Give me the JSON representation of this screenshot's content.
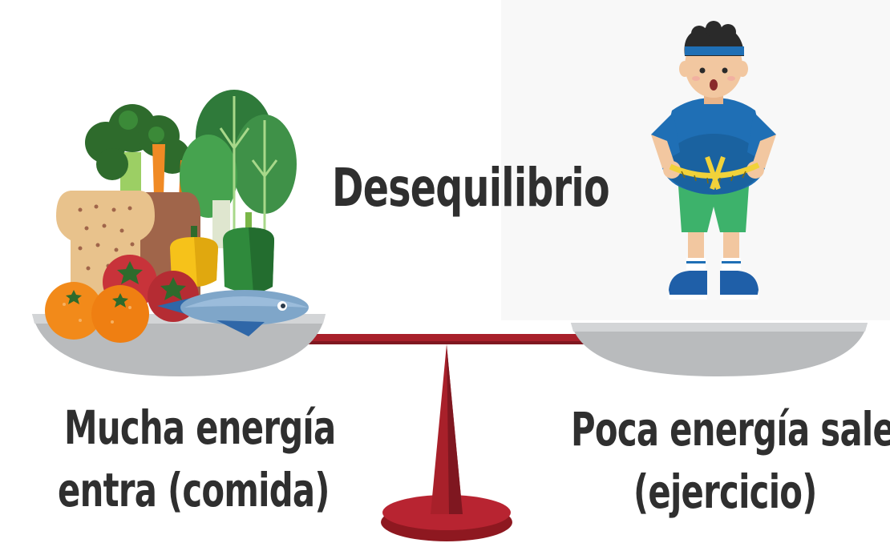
{
  "title": "Desequilibrio",
  "left_pan": {
    "line1": "Mucha energía",
    "line2": "entra  (comida)"
  },
  "right_pan": {
    "line1": "Poca energía sale",
    "line2": "(ejercicio)"
  },
  "colors": {
    "beam": "#a8202a",
    "pan": "#b9bbbd",
    "text": "#2f2f2f",
    "shirt": "#1f6fb5",
    "shorts": "#3db26b"
  },
  "icons": [
    "food-pile-icon",
    "person-icon",
    "balance-scale-icon",
    "measuring-tape-icon"
  ]
}
